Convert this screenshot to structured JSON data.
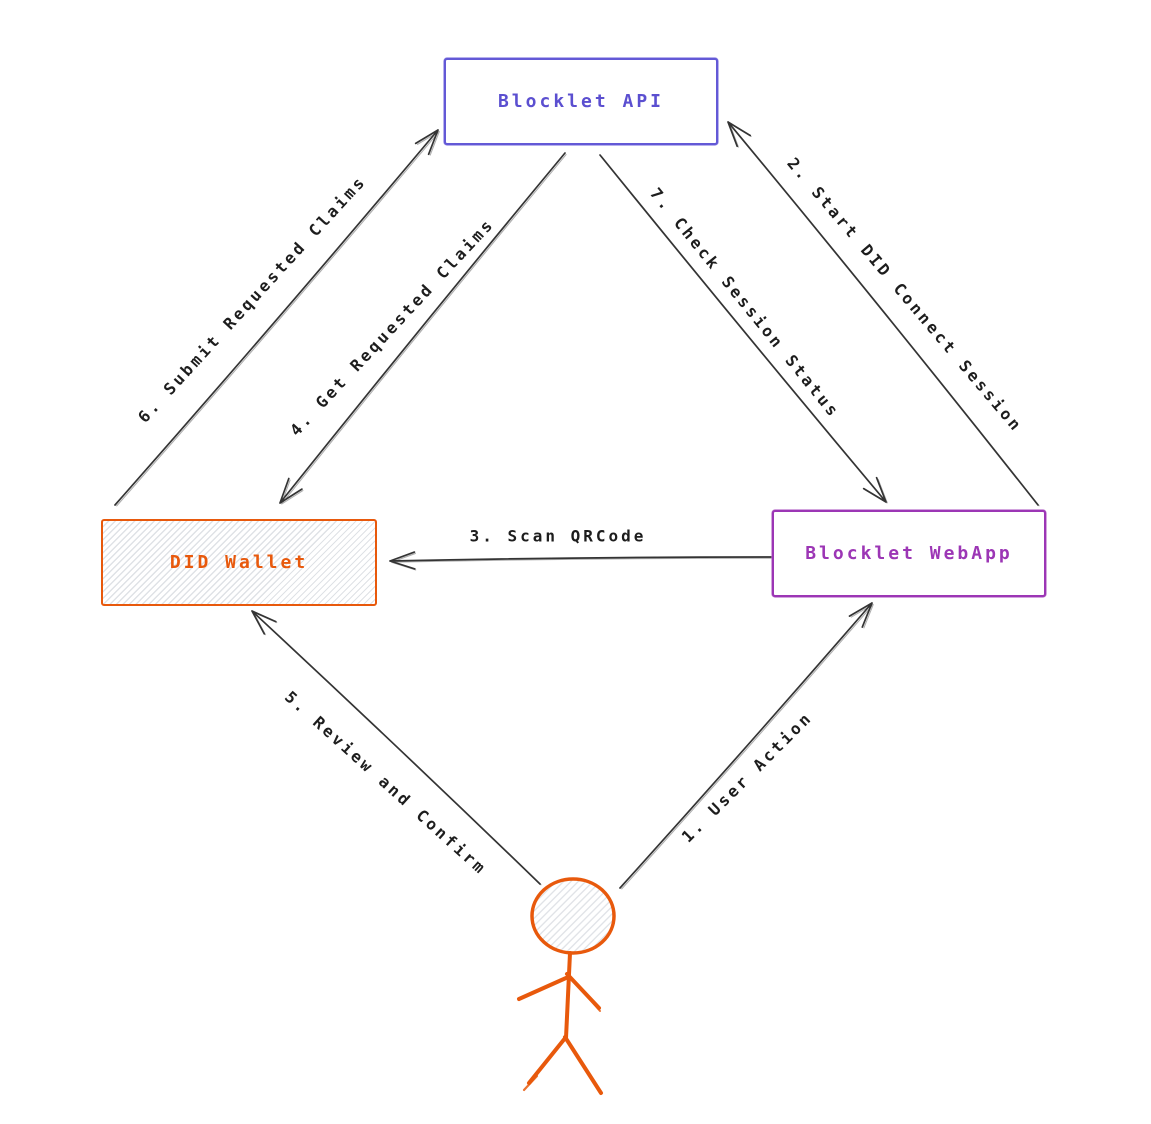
{
  "diagram": {
    "background": "#ffffff",
    "colors": {
      "api_accent": "#5b4fd0",
      "webapp_accent": "#9c36b5",
      "wallet_accent": "#e8590c",
      "actor_accent": "#e8590c",
      "arrow": "#343434",
      "label_text": "#1d1d1d",
      "hatch_fill": "#dfe2e6"
    },
    "nodes": {
      "api": {
        "label": "Blocklet API"
      },
      "wallet": {
        "label": "DID Wallet"
      },
      "webapp": {
        "label": "Blocklet WebApp"
      }
    },
    "actor": {
      "name": "user-stick-figure"
    },
    "edges": [
      {
        "label": "1. User Action",
        "from": "User",
        "to": "Blocklet WebApp"
      },
      {
        "label": "2. Start DID Connect Session",
        "from": "Blocklet WebApp",
        "to": "Blocklet API"
      },
      {
        "label": "3. Scan QRCode",
        "from": "Blocklet WebApp",
        "to": "DID Wallet"
      },
      {
        "label": "4. Get Requested Claims",
        "from": "Blocklet API",
        "to": "DID Wallet"
      },
      {
        "label": "5. Review and Confirm",
        "from": "User",
        "to": "DID Wallet"
      },
      {
        "label": "6. Submit Requested Claims",
        "from": "DID Wallet",
        "to": "Blocklet API"
      },
      {
        "label": "7. Check Session Status",
        "from": "Blocklet API",
        "to": "Blocklet WebApp"
      }
    ]
  }
}
